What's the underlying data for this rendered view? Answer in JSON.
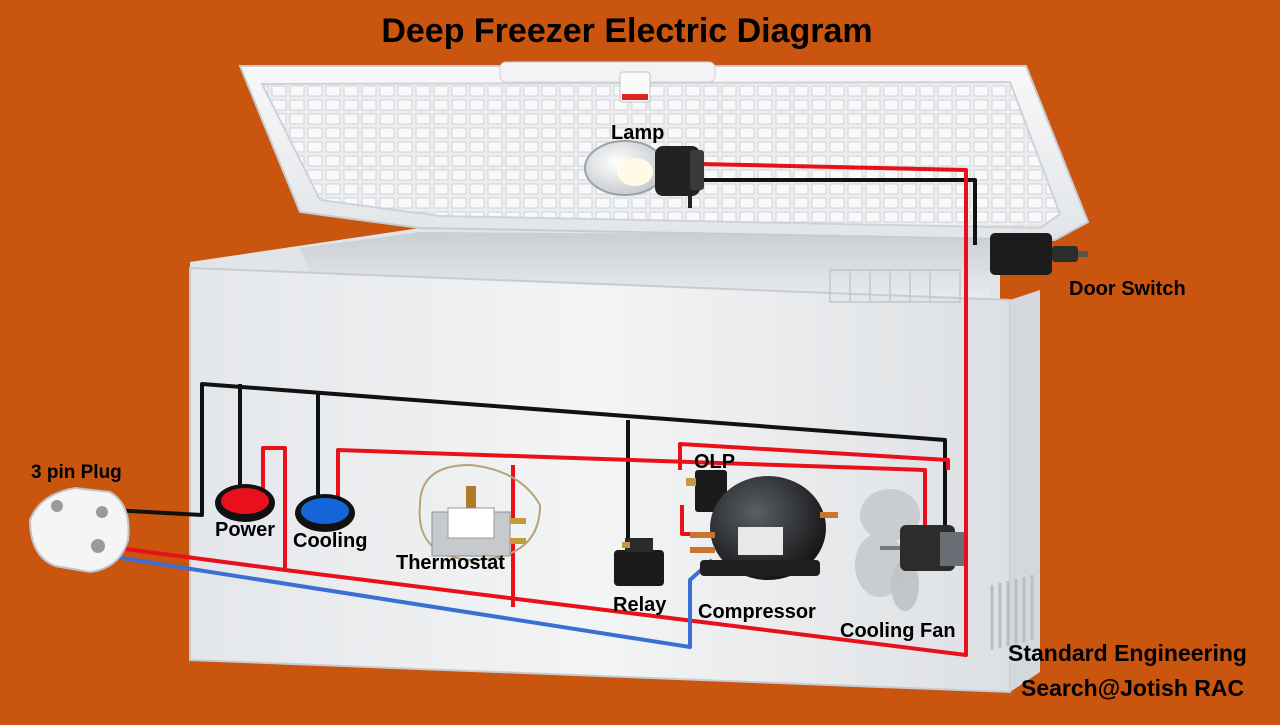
{
  "title": "Deep Freezer Electric Diagram",
  "components": {
    "lamp": "Lamp",
    "door_switch": "Door Switch",
    "plug": "3 pin Plug",
    "power": "Power",
    "cooling": "Cooling",
    "thermostat": "Thermostat",
    "olp": "OLP",
    "relay": "Relay",
    "compressor": "Compressor",
    "cooling_fan": "Cooling Fan"
  },
  "credit": {
    "line1": "Standard Engineering",
    "line2": "Search@Jotish RAC"
  },
  "colors": {
    "background": "#C9550F",
    "phase_wire": "#E8101B",
    "neutral_wire": "#111111",
    "earth_wire": "#3B6FD4",
    "power_indicator": "#E8101B",
    "cooling_indicator": "#1565D8",
    "freezer_body": "#EEF0F2"
  },
  "icons": [
    "lamp-icon",
    "door-switch-icon",
    "plug-icon",
    "power-indicator-icon",
    "cooling-indicator-icon",
    "thermostat-icon",
    "olp-icon",
    "relay-icon",
    "compressor-icon",
    "cooling-fan-icon"
  ]
}
